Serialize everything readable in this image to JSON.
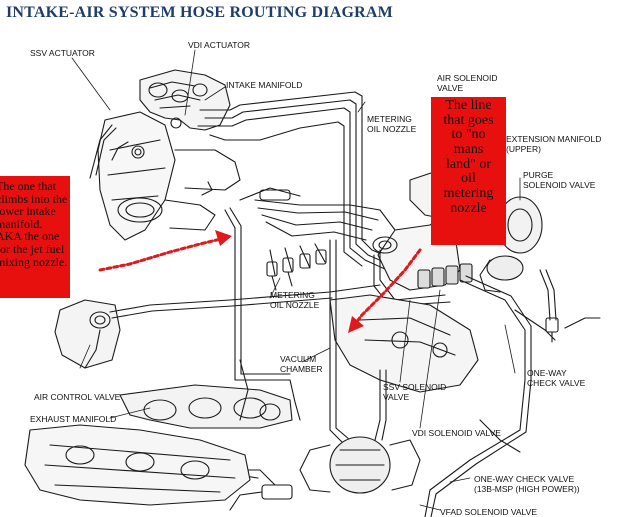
{
  "title": "INTAKE-AIR SYSTEM HOSE ROUTING DIAGRAM",
  "labels": {
    "ssv_actuator": "SSV ACTUATOR",
    "vdi_actuator": "VDI ACTUATOR",
    "intake_manifold": "INTAKE MANIFOLD",
    "air_solenoid_valve_1": "AIR SOLENOID",
    "air_solenoid_valve_2": "VALVE",
    "metering_oil_nozzle_top_1": "METERING",
    "metering_oil_nozzle_top_2": "OIL NOZZLE",
    "extension_manifold_1": "EXTENSION MANIFOLD",
    "extension_manifold_2": "(UPPER)",
    "purge_solenoid_valve_1": "PURGE",
    "purge_solenoid_valve_2": "SOLENOID VALVE",
    "metering_oil_nozzle_bottom_1": "METERING",
    "metering_oil_nozzle_bottom_2": "OIL NOZZLE",
    "vacuum_chamber_1": "VACUUM",
    "vacuum_chamber_2": "CHAMBER",
    "one_way_check_valve_right_1": "ONE-WAY",
    "one_way_check_valve_right_2": "CHECK VALVE",
    "air_control_valve": "AIR CONTROL VALVE",
    "ssv_solenoid_valve_1": "SSV SOLENOID",
    "ssv_solenoid_valve_2": "VALVE",
    "exhaust_manifold": "EXHAUST MANIFOLD",
    "vdi_solenoid_valve": "VDI SOLENOID VALVE",
    "one_way_check_valve_bottom_1": "ONE-WAY CHECK VALVE",
    "one_way_check_valve_bottom_2": "(13B-MSP (HIGH POWER))",
    "vfad_solenoid_valve": "VFAD SOLENOID VALVE"
  },
  "annotations": {
    "left_note": [
      "The one that",
      "climbs into the",
      "lower intake",
      "manifold.",
      "AKA the one",
      "for the jet fuel",
      "mixing nozzle."
    ],
    "right_note": [
      "The line",
      "that goes",
      "to \"no",
      "mans",
      "land\" or",
      "oil",
      "metering",
      "nozzle"
    ]
  },
  "colors": {
    "title": "#1f3d6b",
    "annotation_box": "#e8100f",
    "arrow": "#e0191c",
    "linework": "#1a1a1a"
  }
}
